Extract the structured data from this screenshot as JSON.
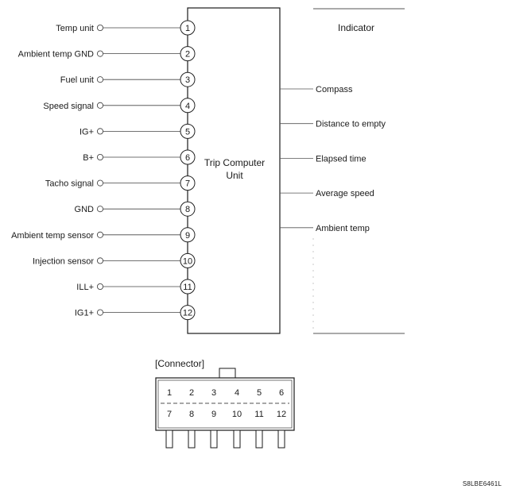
{
  "unit": {
    "name_line1": "Trip Computer",
    "name_line2": "Unit"
  },
  "pins": [
    {
      "number": "1",
      "label": "Temp unit"
    },
    {
      "number": "2",
      "label": "Ambient temp GND"
    },
    {
      "number": "3",
      "label": "Fuel unit"
    },
    {
      "number": "4",
      "label": "Speed signal"
    },
    {
      "number": "5",
      "label": "IG+"
    },
    {
      "number": "6",
      "label": "B+"
    },
    {
      "number": "7",
      "label": "Tacho signal"
    },
    {
      "number": "8",
      "label": "GND"
    },
    {
      "number": "9",
      "label": "Ambient temp sensor"
    },
    {
      "number": "10",
      "label": "Injection sensor"
    },
    {
      "number": "11",
      "label": "ILL+"
    },
    {
      "number": "12",
      "label": "IG1+"
    }
  ],
  "indicator": {
    "title": "Indicator",
    "outputs": [
      "Compass",
      "Distance to empty",
      "Elapsed time",
      "Average speed",
      "Ambient temp"
    ]
  },
  "connector": {
    "title": "[Connector]",
    "top_row": [
      "1",
      "2",
      "3",
      "4",
      "5",
      "6"
    ],
    "bottom_row": [
      "7",
      "8",
      "9",
      "10",
      "11",
      "12"
    ]
  },
  "figure_code": "S8LBE6461L"
}
